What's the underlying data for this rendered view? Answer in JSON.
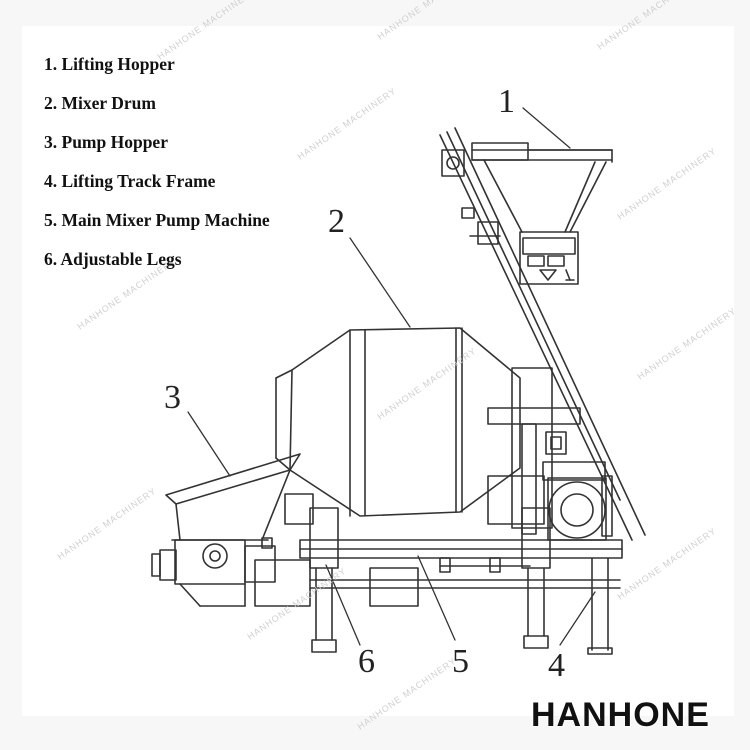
{
  "legend": {
    "items": [
      "1. Lifting Hopper",
      "2. Mixer Drum",
      "3. Pump Hopper",
      "4. Lifting Track Frame",
      "5. Main Mixer Pump Machine",
      "6. Adjustable Legs"
    ]
  },
  "callouts": [
    "1",
    "2",
    "3",
    "4",
    "5",
    "6"
  ],
  "brand": "HANHONE",
  "watermark": "HANHONE MACHINERY",
  "colors": {
    "line": "#333333",
    "background": "#ffffff",
    "brand": "#111111"
  }
}
